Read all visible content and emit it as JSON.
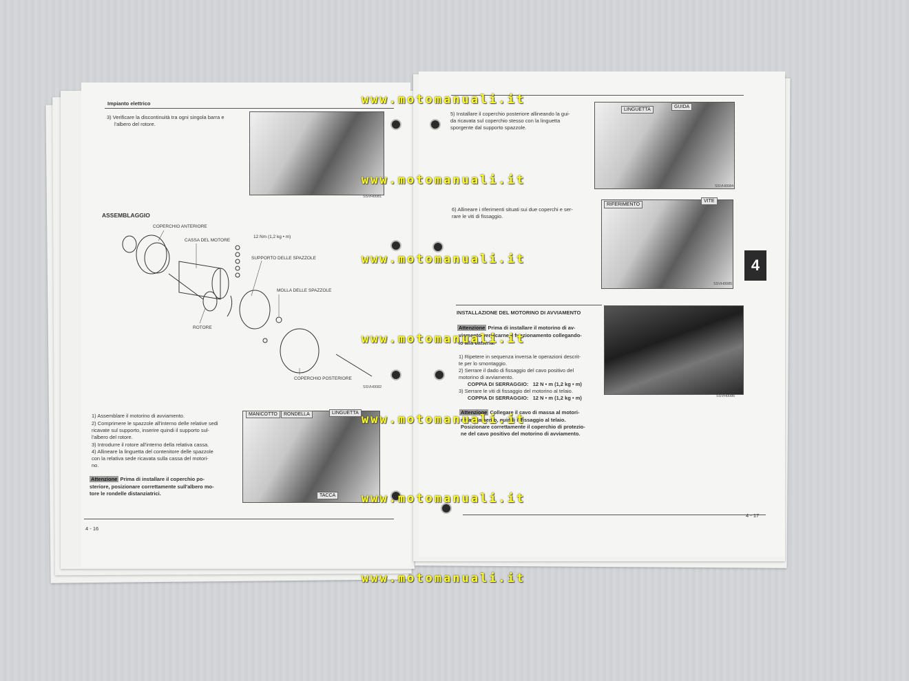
{
  "watermark": "www.motomanuali.it",
  "left_page": {
    "header": "Impianto elettrico",
    "step3": [
      "3) Verificare la discontinuità tra ogni singola barra e",
      "l'albero del rotore."
    ],
    "photo1_code": "SSVH0081",
    "section": "ASSEMBLAGGIO",
    "diagram_labels": {
      "front_cover": "COPERCHIO ANTERIORE",
      "motor_case": "CASSA DEL MOTORE",
      "torque": "12 Nm (1,2 kg • m)",
      "brush_holder": "SUPPORTO DELLE SPAZZOLE",
      "brush_spring": "MOLLA DELLE SPAZZOLE",
      "rotor": "ROTORE",
      "rear_cover": "COPERCHIO POSTERIORE"
    },
    "diagram_code": "SSVH0082",
    "steps": [
      "1)  Assemblare il motorino di avviamento.",
      "2)  Comprimere le spazzole all'interno delle relative sedi",
      "     ricavate sul supporto, inserire quindi il supporto sul-",
      "     l'albero del rotore.",
      "3)  Introdurre il rotore all'interno della relativa cassa.",
      "4)  Allineare la linguetta del contenitore delle spazzole",
      "     con la relativa sede ricavata sulla cassa del motori-",
      "     no."
    ],
    "attention_label": "Attenzione",
    "attention_lines": [
      "Prima di installare il coperchio po-",
      "steriore, posizionare correttamente sull'albero mo-",
      "tore le rondelle distanziatrici."
    ],
    "photo2_labels": {
      "sleeve": "MANICOTTO",
      "washer": "RONDELLA",
      "tongue": "LINGUETTA",
      "notch": "TACCA"
    },
    "page_number": "4 - 16"
  },
  "right_page": {
    "step5": [
      "5)  Installare il coperchio posteriore allineando la gui-",
      "     da ricavata sul coperchio stesso con la linguetta",
      "     sporgente dal supporto spazzole."
    ],
    "photo3_labels": {
      "tongue": "LINGUETTA",
      "guide": "GUIDA"
    },
    "photo3_code": "SSVH0084",
    "step6": [
      "6)  Allineare i riferimenti situati sui due coperchi e ser-",
      "     rare le viti di fissaggio."
    ],
    "photo4_labels": {
      "reference": "RIFERIMENTO",
      "screw": "VITE"
    },
    "photo4_code": "SSVH0085",
    "tab": "4",
    "section": "INSTALLAZIONE DEL MOTORINO DI AVVIAMENTO",
    "attention_label": "Attenzione",
    "attention1": [
      "Prima di installare il motorino di av-",
      "viamento verificarne il funzionamento collegando-",
      "lo alla batteria."
    ],
    "install_steps": [
      "1)  Ripetere in sequenza inversa le operazioni descrit-",
      "     te per lo smontaggio.",
      "2)  Serrare il dado di fissaggio del cavo positivo del",
      "     motorino di avviamento."
    ],
    "torque_label": "COPPIA DI SERRAGGIO:",
    "torque_value": "12 N • m (1,2 kg • m)",
    "step3": "3)  Serrare le viti di fissaggio del motorino al telaio.",
    "photo5_code": "SSVH0086",
    "attention2": [
      "Collegare il cavo di massa al motori-",
      "no avviamento, quindi il fissaggio al telaio.",
      "Posizionare correttamente il coperchio di protezio-",
      "ne del cavo positivo del motorino di avviamento."
    ],
    "page_number": "4 - 17"
  }
}
